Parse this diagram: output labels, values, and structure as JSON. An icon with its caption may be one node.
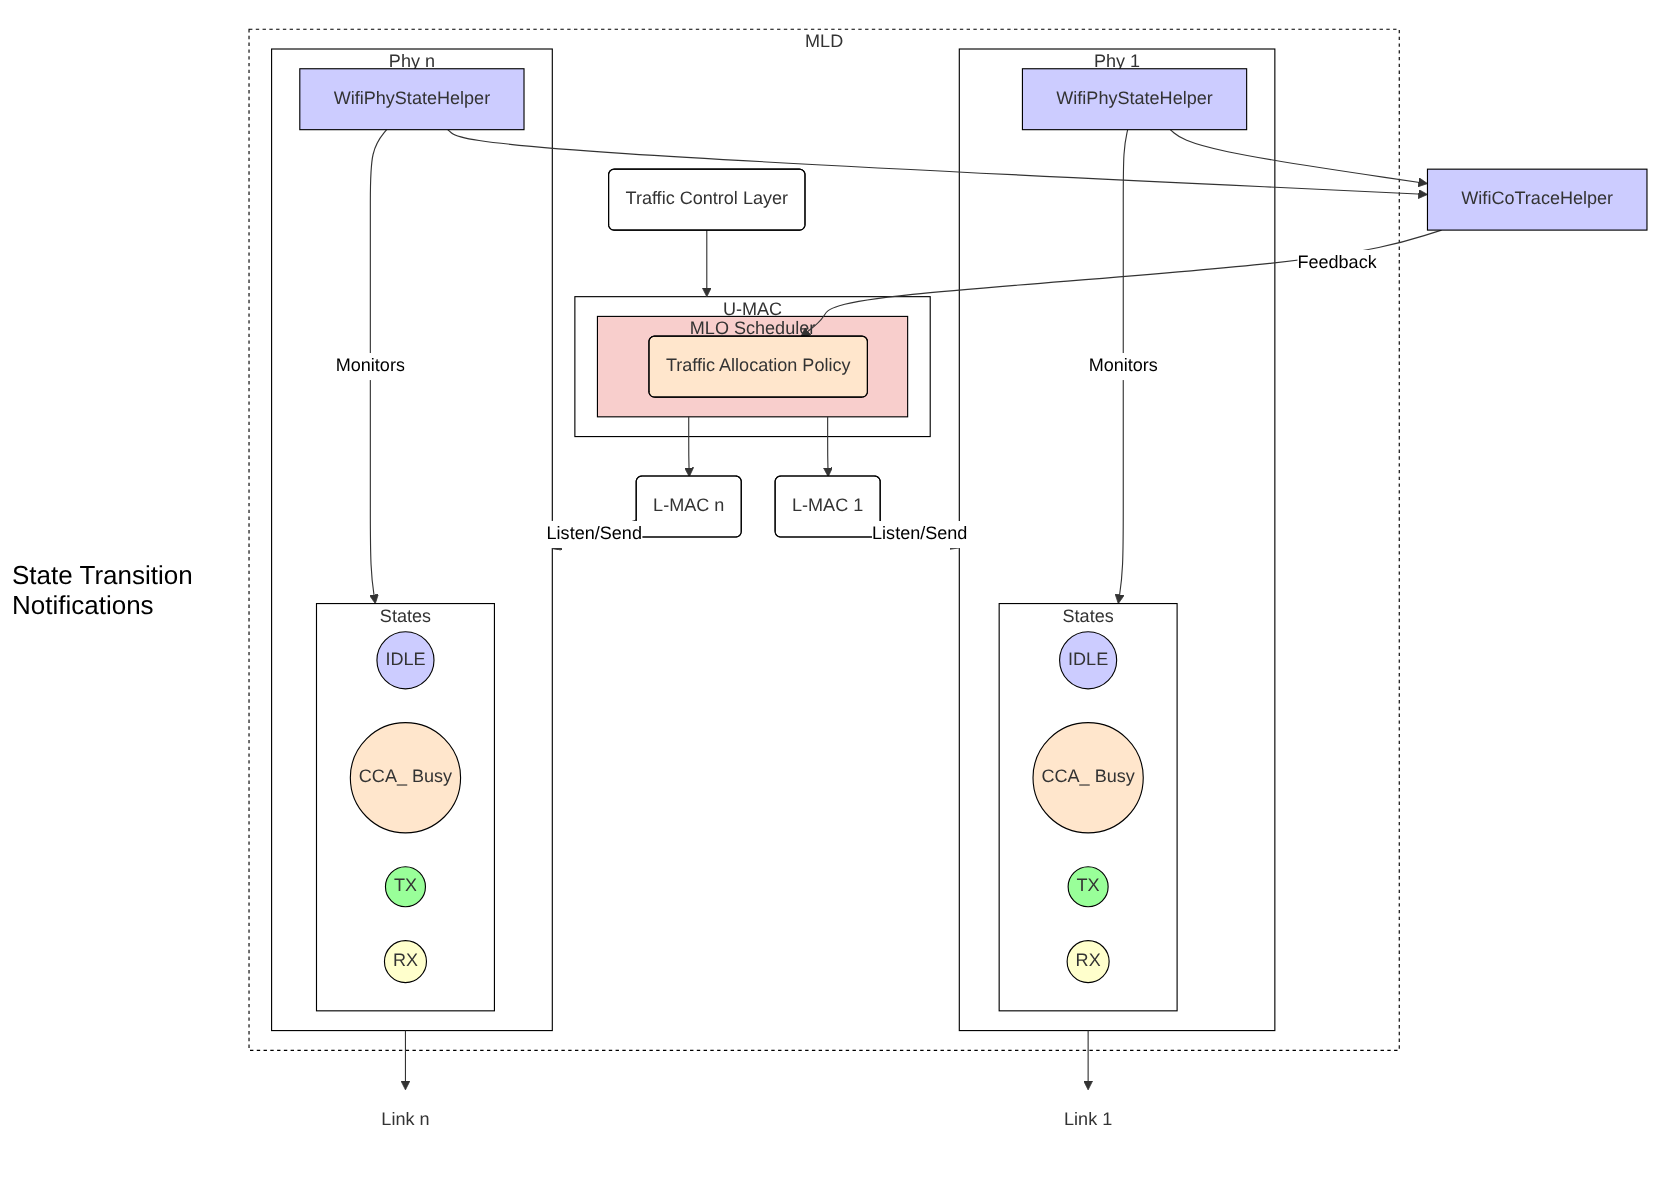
{
  "diagram": {
    "nodes": [
      {
        "text": [
          "MLD"
        ]
      },
      {
        "text": [
          "Traffic Control Layer"
        ],
        "in": 0
      },
      {
        "text": [
          "U-MAC"
        ],
        "in": 0
      },
      {
        "text": [
          "MLO Scheduler"
        ],
        "in": 2
      },
      {
        "text": [
          "Traffic Allocation Policy"
        ],
        "in": 3
      },
      {
        "text": [
          "L-MAC 1"
        ],
        "in": 0
      },
      {
        "text": [
          "L-MAC n"
        ],
        "in": 0
      },
      {
        "text": [
          "Phy 1"
        ],
        "in": 0
      },
      {
        "text": [
          "WifiPhyStateHelper"
        ],
        "in": 7
      },
      {
        "text": [
          "States"
        ],
        "in": 7
      },
      {
        "text": [
          "IDLE"
        ],
        "in": 9
      },
      {
        "text": [
          "CCA_ Busy"
        ],
        "in": 9
      },
      {
        "text": [
          "TX"
        ],
        "in": 9
      },
      {
        "text": [
          "RX"
        ],
        "in": 9
      },
      {
        "text": [
          "Phy n"
        ],
        "in": 0
      },
      {
        "text": [
          "WifiPhyStateHelper"
        ],
        "in": 14
      },
      {
        "text": [
          "States"
        ],
        "in": 14
      },
      {
        "text": [
          "IDLE"
        ],
        "in": 16
      },
      {
        "text": [
          "CCA_ Busy"
        ],
        "in": 16
      },
      {
        "text": [
          "TX"
        ],
        "in": 16
      },
      {
        "text": [
          "RX"
        ],
        "in": 16
      },
      {
        "text": [
          "WifiCoTraceHelper"
        ]
      },
      {
        "text": [
          "Link 1"
        ]
      },
      {
        "text": [
          "Link n"
        ]
      }
    ],
    "edges": [
      {
        "from": 1,
        "to": 2,
        "arrow": "to"
      },
      {
        "from": 21,
        "to": 4,
        "arrow": "to",
        "label": "Feedback"
      },
      {
        "from": 3,
        "to": 5,
        "arrow": "to"
      },
      {
        "from": 3,
        "to": 6,
        "arrow": "to"
      },
      {
        "from": 5,
        "to": 7,
        "arrow": "to",
        "label": "Listen/Send"
      },
      {
        "from": 6,
        "to": 14,
        "arrow": "to",
        "label": "Listen/Send"
      },
      {
        "from": 8,
        "to": 9,
        "arrow": "to",
        "label": "Monitors"
      },
      {
        "from": 15,
        "to": 16,
        "arrow": "to",
        "label": "Monitors"
      },
      {
        "from": 8,
        "to": 21,
        "arrow": "to"
      },
      {
        "from": 15,
        "to": 21,
        "arrow": "to"
      },
      {
        "from": 7,
        "to": 22,
        "arrow": "to"
      },
      {
        "from": 14,
        "to": 23,
        "arrow": "to"
      }
    ],
    "labels": [
      "State Transition Notifications"
    ]
  }
}
